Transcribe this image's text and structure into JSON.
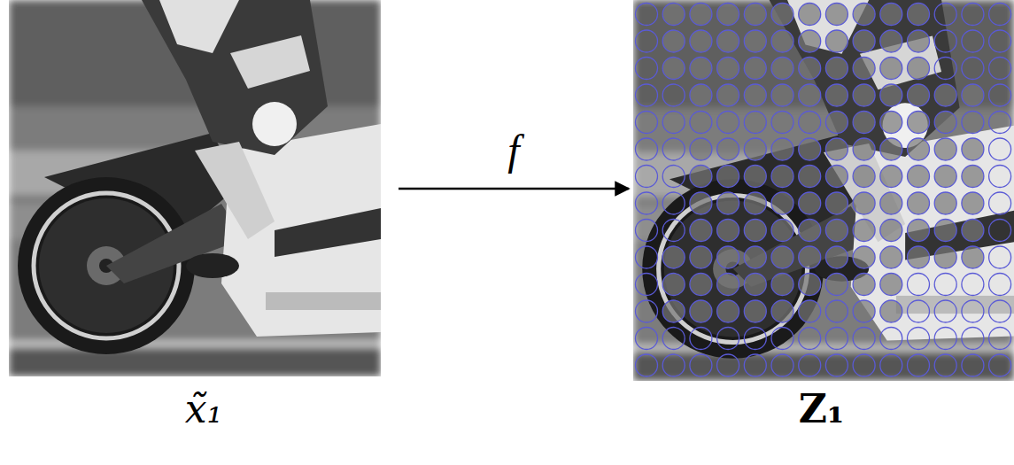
{
  "diagram": {
    "nodes": [
      {
        "text": [
          "x̃₁"
        ]
      },
      {
        "text": [
          "Z₁"
        ]
      }
    ],
    "edges": [
      {
        "from": 0,
        "to": 1,
        "label": "f",
        "arrow": "to"
      }
    ]
  }
}
